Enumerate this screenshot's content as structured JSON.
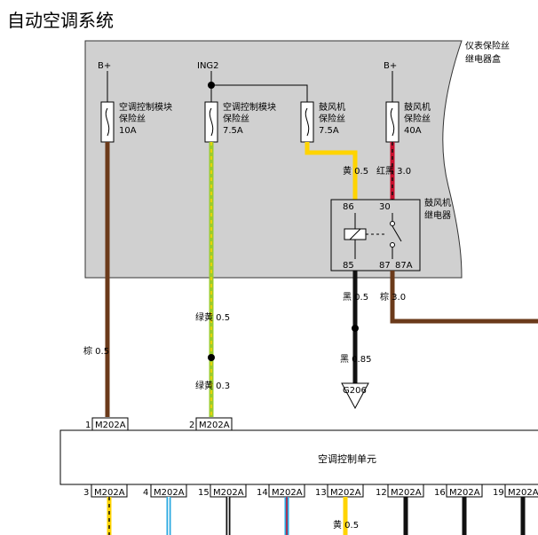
{
  "title": "自动空调系统",
  "fuse_box": {
    "label_line1": "仪表保险丝",
    "label_line2": "继电器盒",
    "power_labels": [
      "B+",
      "ING2",
      "B+"
    ]
  },
  "fuses": [
    {
      "name_line1": "空调控制模块",
      "name_line2": "保险丝",
      "rating": "10A"
    },
    {
      "name_line1": "空调控制模块",
      "name_line2": "保险丝",
      "rating": "7.5A"
    },
    {
      "name_line1": "鼓风机",
      "name_line2": "保险丝",
      "rating": "7.5A"
    },
    {
      "name_line1": "鼓风机",
      "name_line2": "保险丝",
      "rating": "40A"
    }
  ],
  "relay": {
    "name_line1": "鼓风机",
    "name_line2": "继电器",
    "pins": [
      "86",
      "30",
      "85",
      "87",
      "87A"
    ]
  },
  "wires": {
    "w1": "棕 0.5",
    "w2a": "绿黄 0.5",
    "w2b": "绿黄 0.3",
    "w3": "黄 0.5",
    "w4": "红黑 3.0",
    "w5a": "黑 0.5",
    "w5b": "黑 0.85",
    "w6": "棕 3.0"
  },
  "ground": "G206",
  "control_unit": "空调控制单元",
  "top_connectors": [
    {
      "pin": "1",
      "code": "M202A"
    },
    {
      "pin": "2",
      "code": "M202A"
    }
  ],
  "bottom_connectors": [
    {
      "pin": "3",
      "code": "M202A"
    },
    {
      "pin": "4",
      "code": "M202A"
    },
    {
      "pin": "15",
      "code": "M202A"
    },
    {
      "pin": "14",
      "code": "M202A"
    },
    {
      "pin": "13",
      "code": "M202A"
    },
    {
      "pin": "12",
      "code": "M202A"
    },
    {
      "pin": "16",
      "code": "M202A"
    },
    {
      "pin": "19",
      "code": "M202A"
    }
  ],
  "bottom_wire_label": "黄 0.5",
  "colors": {
    "brown": "#6b3a1a",
    "green_yellow": "#9ccc2c",
    "yellow": "#ffd400",
    "red_black": "#c8102e",
    "black": "#111111",
    "blue": "#29a8e0",
    "gray_box": "#d0d0d0"
  }
}
